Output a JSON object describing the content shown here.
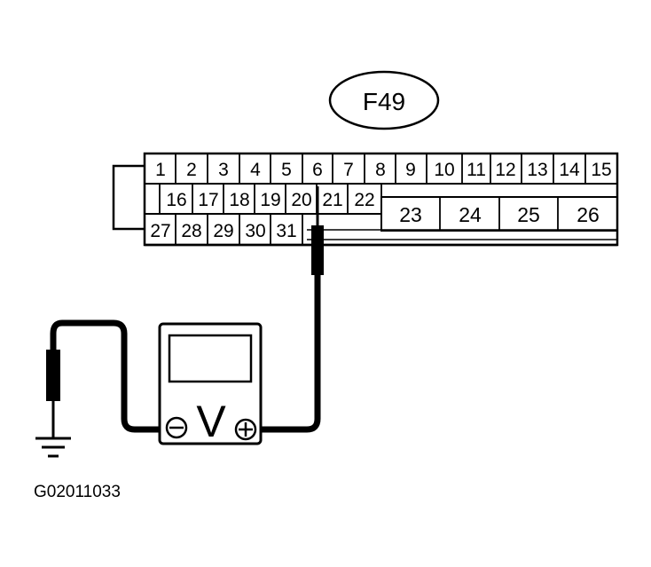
{
  "connector": {
    "label": "F49",
    "row1": [
      "1",
      "2",
      "3",
      "4",
      "5",
      "6",
      "7",
      "8",
      "9",
      "10",
      "11",
      "12",
      "13",
      "14",
      "15"
    ],
    "row2": [
      "16",
      "17",
      "18",
      "19",
      "20",
      "21",
      "22"
    ],
    "row2_large": [
      "23",
      "24",
      "25",
      "26"
    ],
    "row3": [
      "27",
      "28",
      "29",
      "30",
      "31"
    ]
  },
  "meter": {
    "symbol": "V",
    "negative": "⊖",
    "positive": "⊕"
  },
  "probe_pin": "6",
  "figure_id": "G02011033"
}
